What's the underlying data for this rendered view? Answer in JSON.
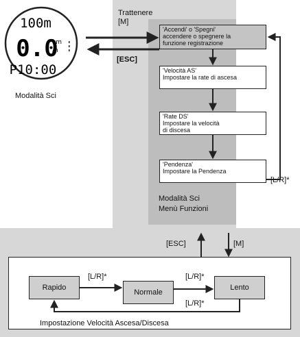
{
  "watch": {
    "line1": "100m",
    "line2_value": "0.0",
    "line2_unit_top": "km",
    "line2_unit_bottom": "/h",
    "line3": "P10:00",
    "caption": "Modalità Sci"
  },
  "menu": {
    "hold_label": "Trattenere",
    "hold_key": "[M]",
    "esc_key": "[ESC]",
    "lr_key": "[L/R]*",
    "items": [
      {
        "title": "'Accendi' o 'Spegni'",
        "desc_line1": "accendere o spegnere la",
        "desc_line2": "funzione registrazione"
      },
      {
        "title": "'Velocità AS'",
        "desc_line1": "Impostare la rate di ascesa",
        "desc_line2": ""
      },
      {
        "title": "'Rate DS'",
        "desc_line1": "Impostare la velocità",
        "desc_line2": "di discesa"
      },
      {
        "title": "'Pendenza'",
        "desc_line1": "Impostare la Pendenza",
        "desc_line2": ""
      }
    ],
    "panel_title_line1": "Modalità Sci",
    "panel_title_line2": "Menù Funzioni"
  },
  "transitions": {
    "esc": "[ESC]",
    "m": "[M]"
  },
  "speed_settings": {
    "options": [
      "Rapido",
      "Normale",
      "Lento"
    ],
    "lr_label": "[L/R]*",
    "caption": "Impostazione Velocità Ascesa/Discesa"
  },
  "colors": {
    "panel_grey": "#d7d7d7",
    "inner_grey": "#bdbdbd",
    "button_grey": "#cfcfcf",
    "line": "#222222"
  }
}
